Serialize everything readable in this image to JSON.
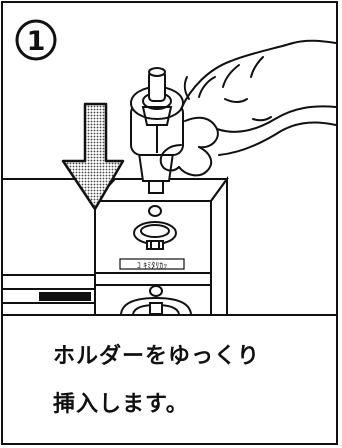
{
  "step": {
    "number": "1"
  },
  "illustration": {
    "panel_label": "ｺ ｷﾐﾀﾘｶｯ"
  },
  "caption": {
    "line1": "ホルダーをゆっくり",
    "line2": "挿入します。"
  },
  "colors": {
    "line": "#111111",
    "background": "#ffffff",
    "arrow_fill": "#9a9a9a"
  }
}
